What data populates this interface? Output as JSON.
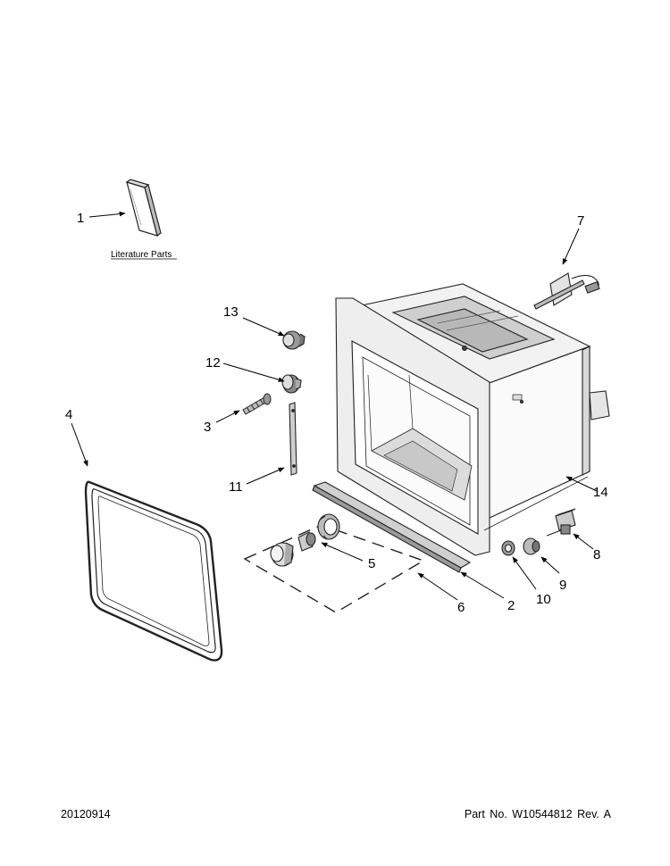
{
  "literature": {
    "label": "Literature Parts"
  },
  "callouts": {
    "c1": "1",
    "c2": "2",
    "c3": "3",
    "c4": "4",
    "c5": "5",
    "c6": "6",
    "c7": "7",
    "c8": "8",
    "c9": "9",
    "c10": "10",
    "c11": "11",
    "c12": "12",
    "c13": "13",
    "c14": "14"
  },
  "footer": {
    "date": "20120914",
    "part": "Part No.  W10544812  Rev.  A"
  }
}
